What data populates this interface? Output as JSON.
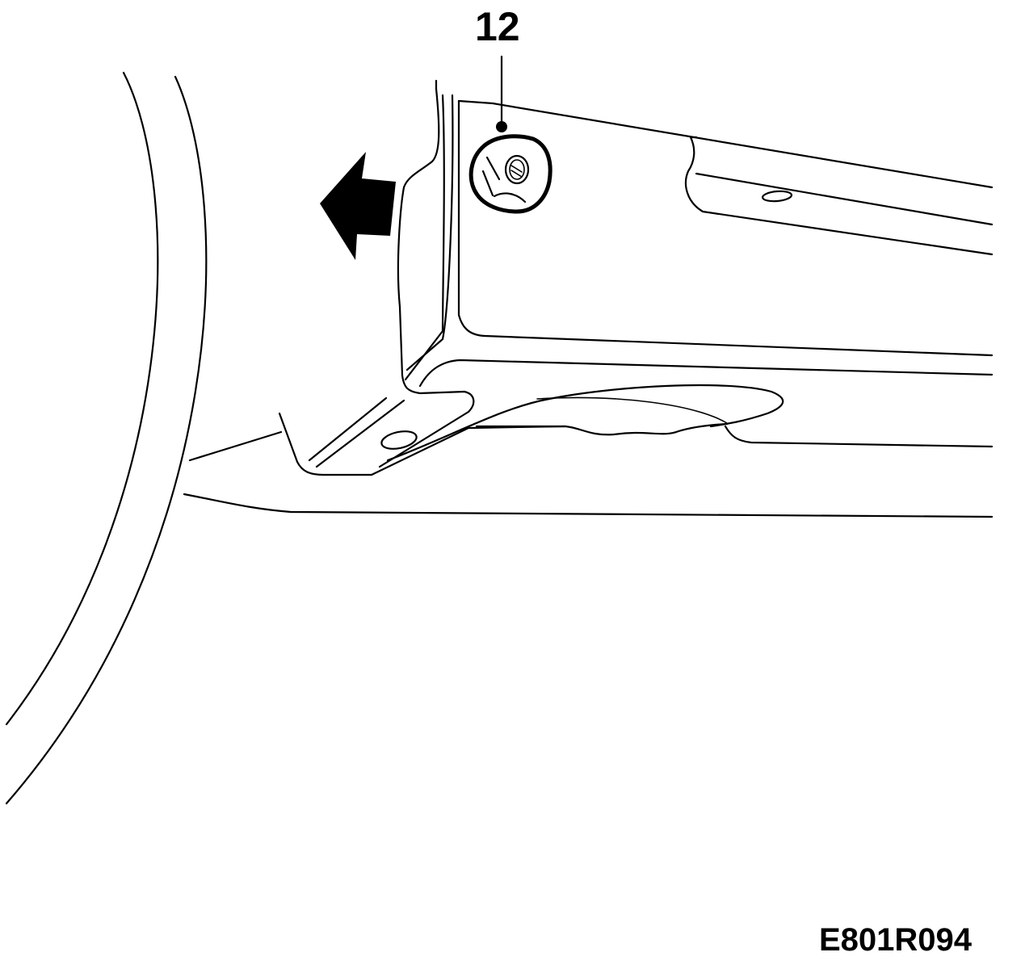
{
  "diagram": {
    "callout": {
      "number": "12",
      "refers_to": "nut"
    },
    "figure_code": "E801R094",
    "direction_arrow": "arrow-left-icon",
    "colors": {
      "line": "#000000",
      "background": "#ffffff"
    }
  }
}
